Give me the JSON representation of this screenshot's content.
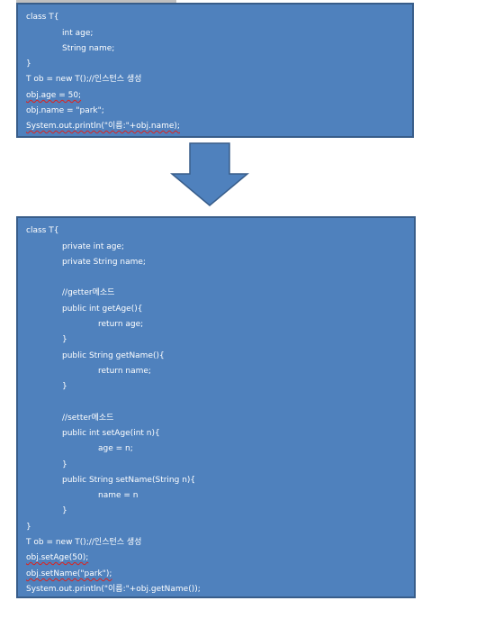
{
  "colors": {
    "box_fill": "#4f81bd",
    "box_border": "#385d8a",
    "arrow_fill": "#4f81bd",
    "arrow_stroke": "#385d8a",
    "text": "#ffffff",
    "spell_error": "#e0201a",
    "grammar_underline": "#3a66c8"
  },
  "icons": {
    "transform_arrow": "down-arrow-icon"
  },
  "before_code": {
    "lines": [
      "class T{",
      "int age;",
      "String name;",
      "}",
      "T ob = new T();//인스턴스 생성",
      "obj.age = 50;",
      "obj.name = \"park\";",
      "System.out.println(\"이름:\"+obj.name);"
    ]
  },
  "after_code": {
    "lines": [
      "class T{",
      "private int age;",
      "private String name;",
      "",
      "//getter메소드",
      "public int getAge(){",
      "return age;",
      "}",
      "public String getName(){",
      "return name;",
      "}",
      "",
      "//setter메소드",
      "public int setAge(int n){",
      "age = n;",
      "}",
      "public String setName(String n){",
      "name = n",
      "}",
      "}",
      "T ob = new T();//인스턴스 생성",
      "obj.setAge(50);",
      "obj.setName(\"park\");",
      "System.out.println(\"이름:\"+obj.getName());"
    ]
  }
}
